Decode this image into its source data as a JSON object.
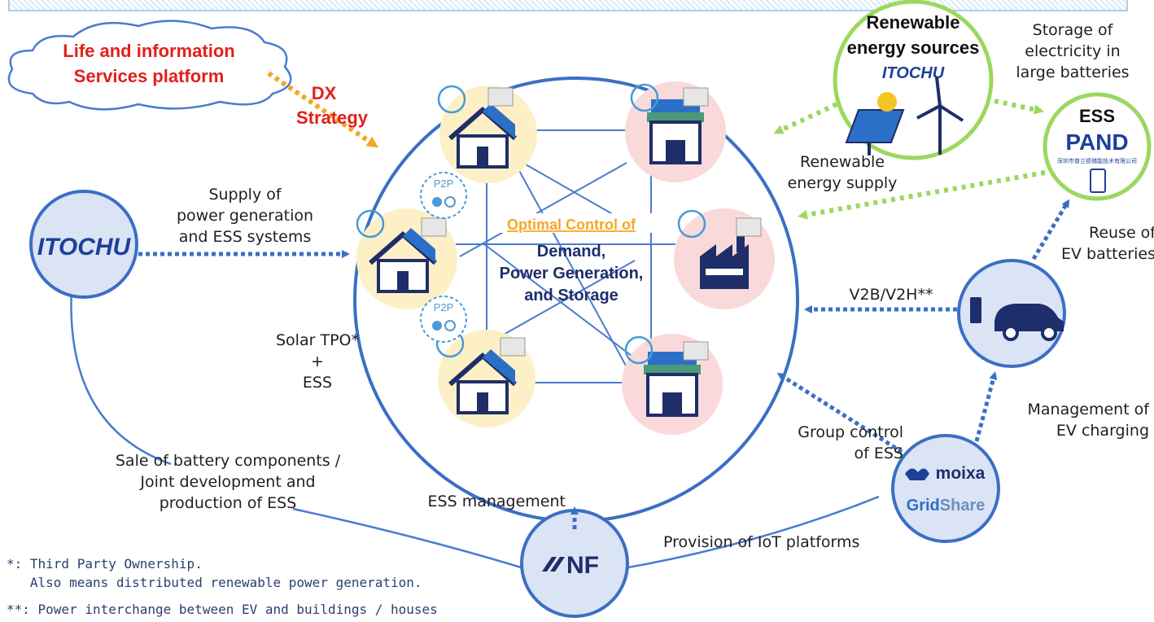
{
  "cloud": {
    "line1": "Life and information",
    "line2": "Services platform"
  },
  "dx_strategy": {
    "line1": "DX",
    "line2": "Strategy"
  },
  "center": {
    "title": "Optimal Control of",
    "line1": "Demand,",
    "line2": "Power Generation,",
    "line3": "and Storage"
  },
  "p2p_badges": [
    "P2P",
    "P2P"
  ],
  "itochu_logo": "ITOCHU",
  "renewable": {
    "line1": "Renewable",
    "line2": "energy sources",
    "logo": "ITOCHU"
  },
  "ess": {
    "title": "ESS",
    "logo": "PAND",
    "subtext": "深圳市普兰德储能技术有限公司"
  },
  "moixa": {
    "logo1": "moixa",
    "logo2_a": "Grid",
    "logo2_b": "Share"
  },
  "nf_logo": "NF",
  "labels": {
    "supply": "Supply of\npower generation\nand ESS systems",
    "solar_tpo": "Solar TPO*\n+\nESS",
    "storage": "Storage of\nelectricity in\nlarge batteries",
    "renewable_supply": "Renewable\nenergy supply",
    "reuse": "Reuse of\nEV batteries",
    "v2b": "V2B/V2H**",
    "management_ev": "Management of\nEV charging",
    "group_control": "Group control\nof ESS",
    "sale": "Sale of battery components /\nJoint development and\nproduction of ESS",
    "ess_management": "ESS management",
    "iot": "Provision of IoT platforms"
  },
  "footnotes": {
    "note1": "*: Third Party Ownership.\n   Also means distributed renewable power generation.",
    "note2": "**: Power interchange between EV and buildings / houses"
  },
  "colors": {
    "primary_blue": "#3b6fc4",
    "dark_navy": "#1e2d6b",
    "accent_red": "#e0201c",
    "accent_orange": "#f5a623",
    "green": "#9ad85f",
    "house_bg": "#fdf0c6",
    "building_bg": "#f9d9da",
    "node_bg": "#dbe4f4"
  }
}
